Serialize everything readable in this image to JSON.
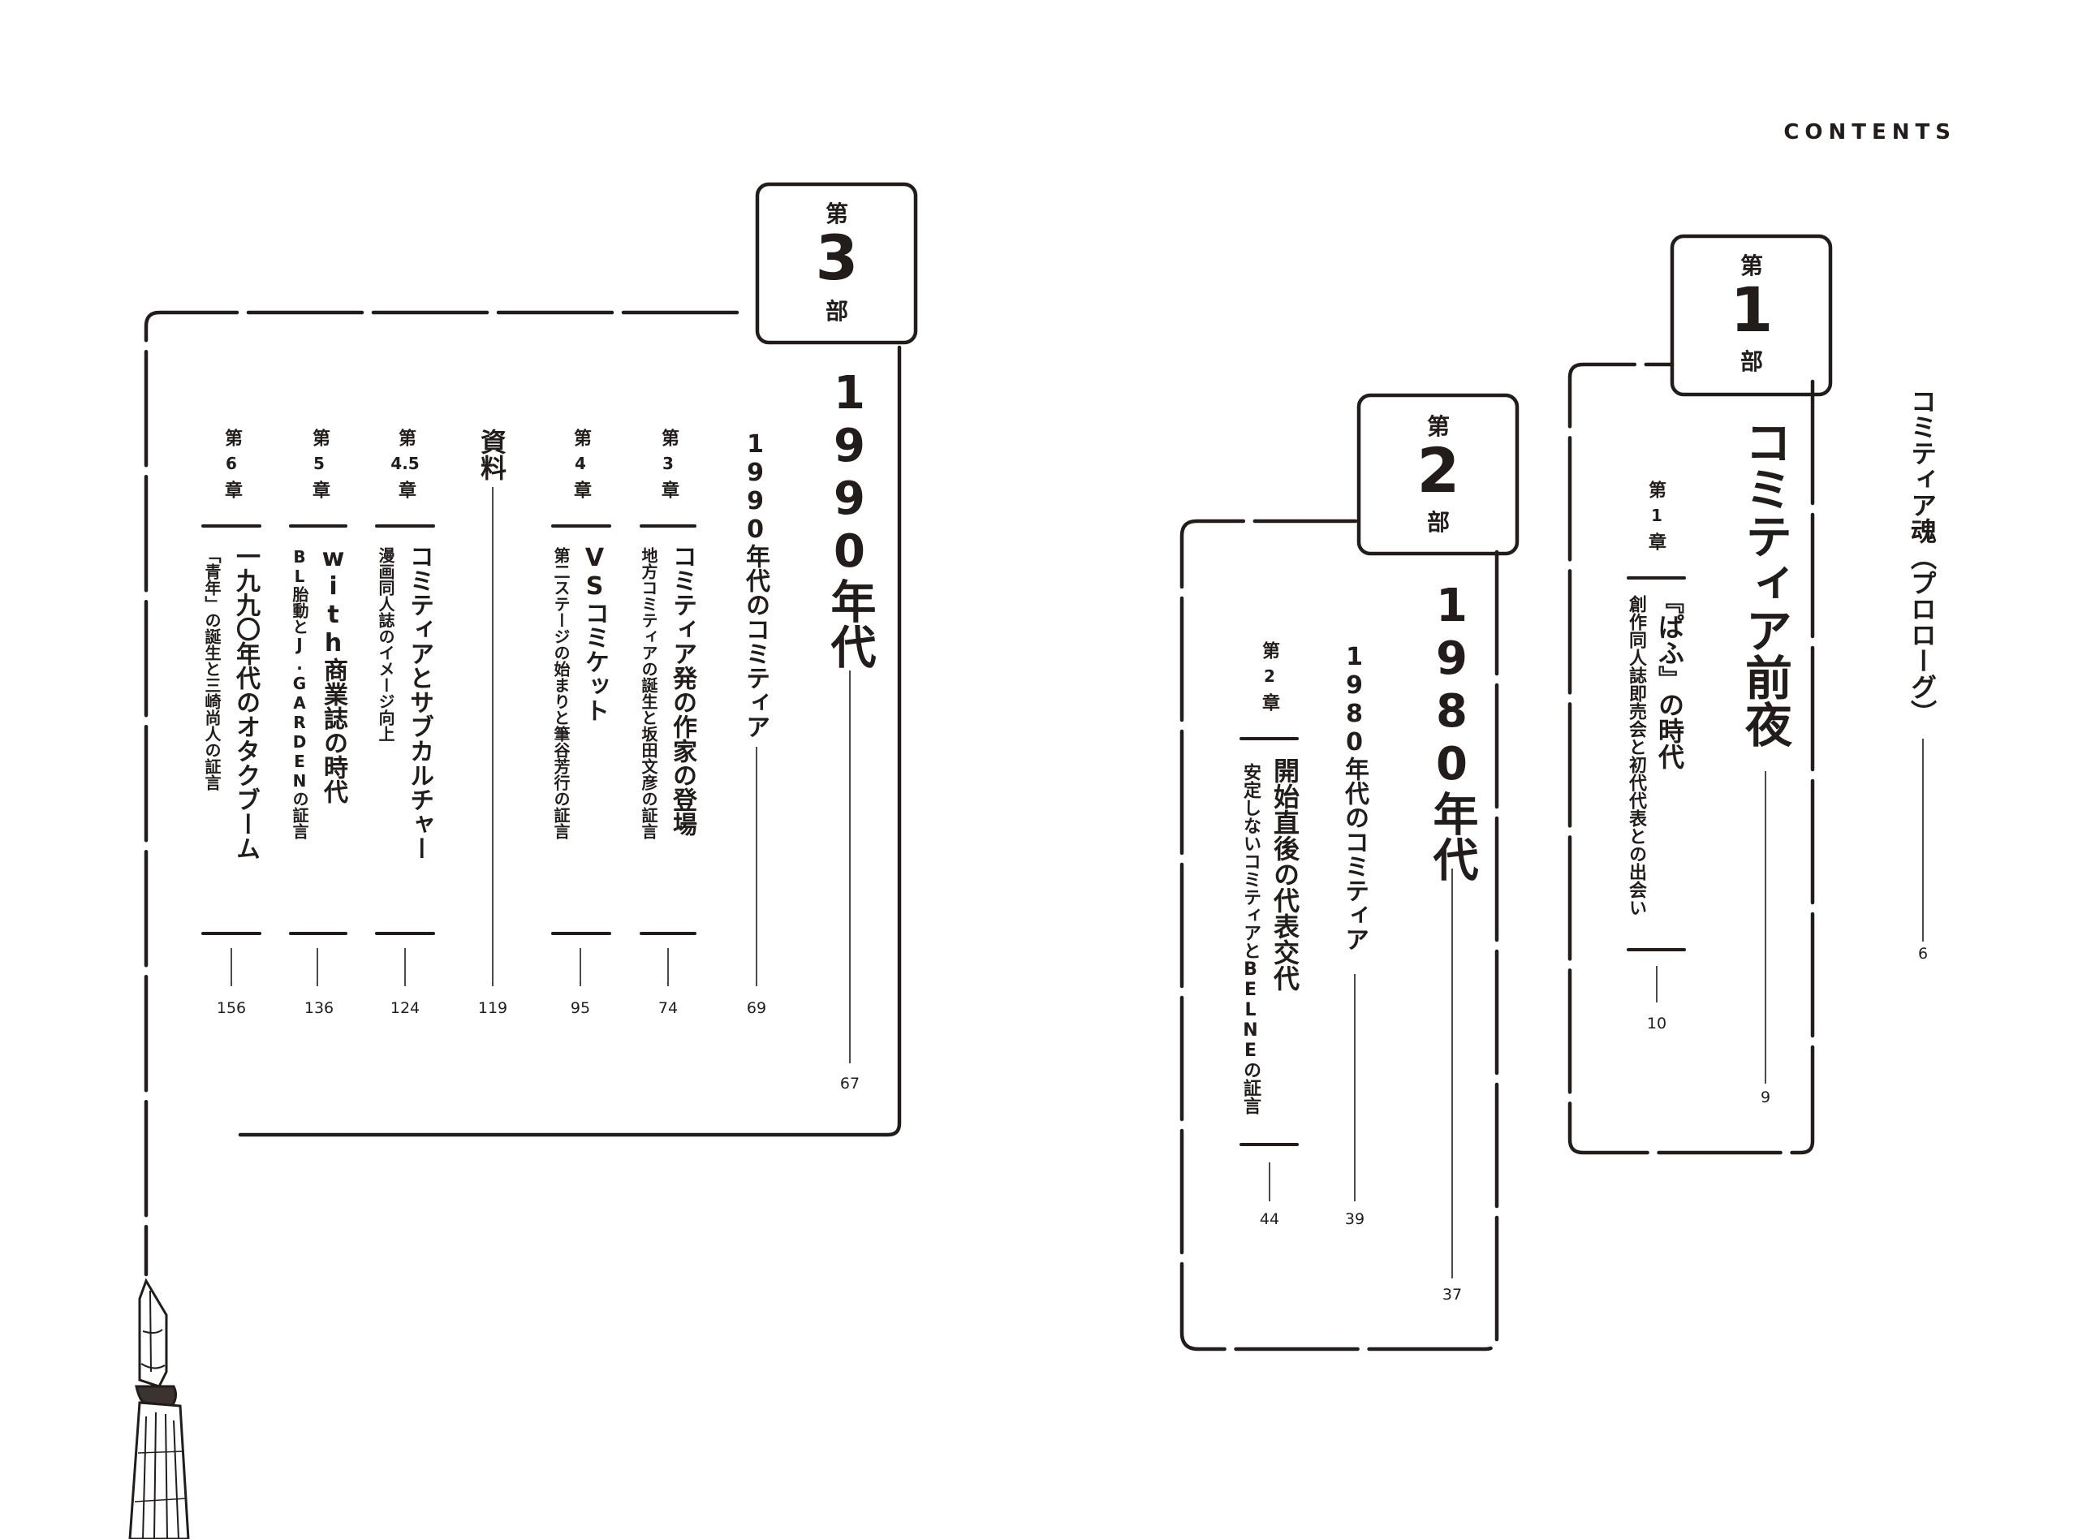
{
  "header": {
    "title": "CONTENTS"
  },
  "prologue": {
    "title": "コミティア魂（プロローグ）",
    "page": "6"
  },
  "parts": [
    {
      "label_top": "第",
      "number": "1",
      "label_bottom": "部",
      "title": "コミティア前夜",
      "page": "9",
      "chapters": [
        {
          "label_top": "第",
          "number": "1",
          "label_bottom": "章",
          "title": "『ぱふ』の時代",
          "subtitle": "創作同人誌即売会と初代代表との出会い",
          "page": "10"
        }
      ]
    },
    {
      "label_top": "第",
      "number": "2",
      "label_bottom": "部",
      "title": "1980年代",
      "page": "37",
      "intro": {
        "title": "1980年代のコミティア",
        "page": "39"
      },
      "chapters": [
        {
          "label_top": "第",
          "number": "2",
          "label_bottom": "章",
          "title": "開始直後の代表交代",
          "subtitle": "安定しないコミティアとBELNEの証言",
          "page": "44"
        }
      ]
    },
    {
      "label_top": "第",
      "number": "3",
      "label_bottom": "部",
      "title": "1990年代",
      "page": "67",
      "intro": {
        "title": "1990年代のコミティア",
        "page": "69"
      },
      "chapters": [
        {
          "label_top": "第",
          "number": "3",
          "label_bottom": "章",
          "title": "コミティア発の作家の登場",
          "subtitle": "地方コミティアの誕生と坂田文彦の証言",
          "page": "74"
        },
        {
          "label_top": "第",
          "number": "4",
          "label_bottom": "章",
          "title": "VSコミケット",
          "subtitle": "第二ステージの始まりと筆谷芳行の証言",
          "page": "95"
        },
        {
          "label": "資料",
          "page": "119"
        },
        {
          "label_top": "第",
          "number": "4.5",
          "label_bottom": "章",
          "title": "コミティアとサブカルチャー",
          "subtitle": "漫画同人誌のイメージ向上",
          "page": "124"
        },
        {
          "label_top": "第",
          "number": "5",
          "label_bottom": "章",
          "title": "with商業誌の時代",
          "subtitle": "BL胎動とJ.GARDENの証言",
          "page": "136"
        },
        {
          "label_top": "第",
          "number": "6",
          "label_bottom": "章",
          "title": "一九九〇年代のオタクブーム",
          "subtitle": "「青年」の誕生と三崎尚人の証言",
          "page": "156"
        }
      ]
    }
  ]
}
